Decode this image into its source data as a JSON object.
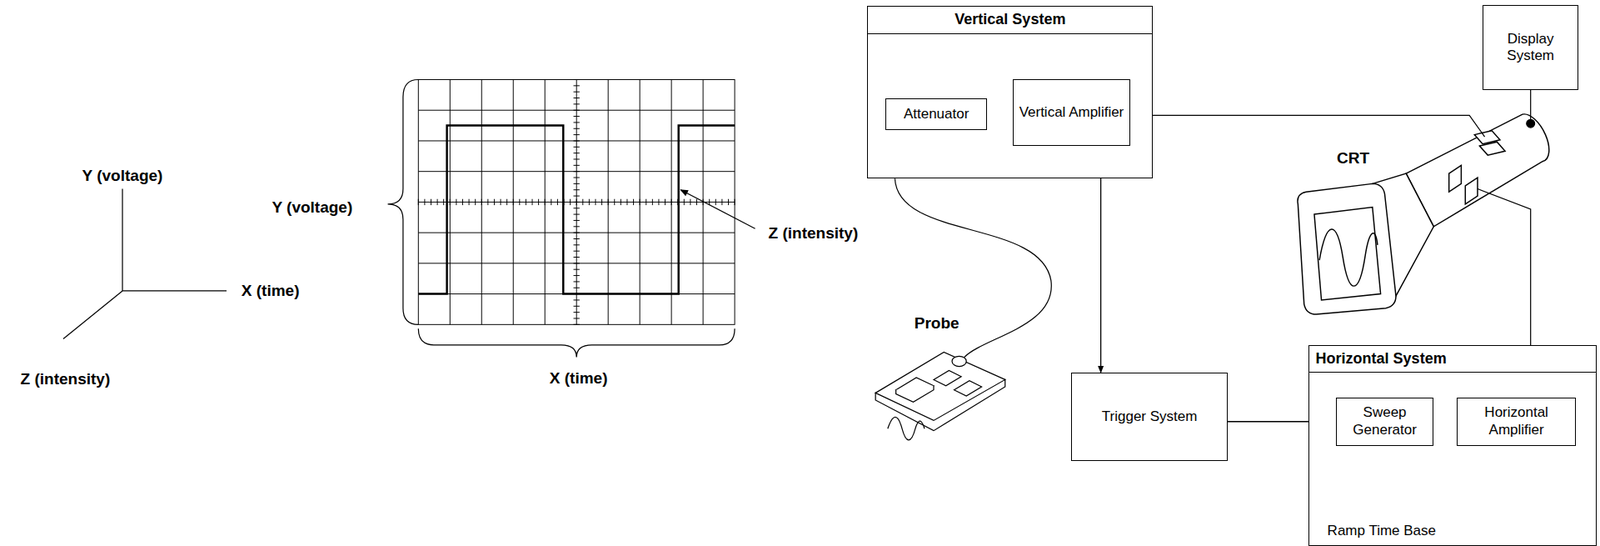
{
  "diagram": {
    "nodes": [
      {
        "text": [
          "Vertical System"
        ]
      },
      {
        "text": [
          "Attenuator"
        ],
        "in": 0
      },
      {
        "text": [
          "Vertical Amplifier"
        ],
        "in": 0
      },
      {
        "text": [
          "Display System"
        ]
      },
      {
        "text": [
          "Trigger System"
        ]
      },
      {
        "text": [
          "Horizontal System"
        ]
      },
      {
        "text": [
          "Sweep Generator"
        ],
        "in": 5
      },
      {
        "text": [
          "Horizontal Amplifier"
        ],
        "in": 5
      }
    ],
    "edges": [
      {
        "from": 1,
        "to": 2,
        "arrow": "to"
      },
      {
        "from": 2,
        "to": 4,
        "arrow": "to"
      },
      {
        "from": 4,
        "to": 6,
        "arrow": "to"
      },
      {
        "from": 6,
        "to": 7,
        "arrow": "to"
      }
    ],
    "labels": [
      "Y (voltage)",
      "X (time)",
      "Z (intensity)",
      "Y (voltage)",
      "Z (intensity)",
      "X (time)",
      "Probe",
      "CRT",
      "Ramp Time Base"
    ]
  }
}
